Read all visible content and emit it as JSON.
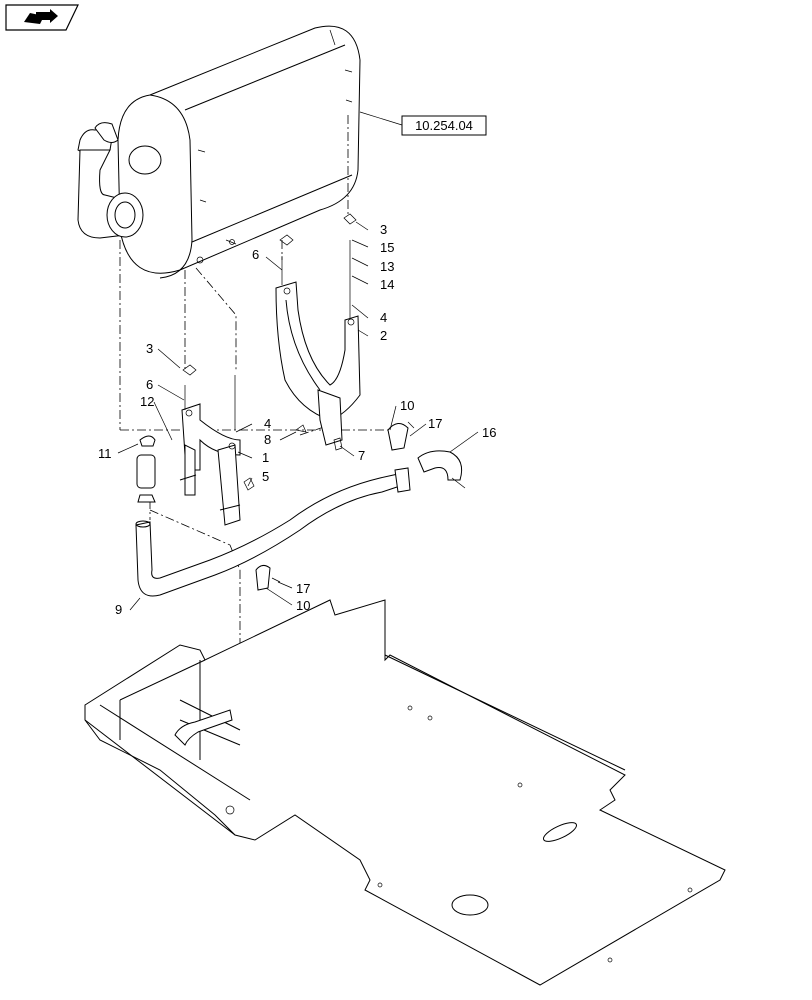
{
  "reference_label": "10.254.04",
  "callouts": [
    {
      "id": "c3a",
      "text": "3"
    },
    {
      "id": "c15",
      "text": "15"
    },
    {
      "id": "c13",
      "text": "13"
    },
    {
      "id": "c14",
      "text": "14"
    },
    {
      "id": "c6a",
      "text": "6"
    },
    {
      "id": "c4a",
      "text": "4"
    },
    {
      "id": "c2",
      "text": "2"
    },
    {
      "id": "c3b",
      "text": "3"
    },
    {
      "id": "c6b",
      "text": "6"
    },
    {
      "id": "c12",
      "text": "12"
    },
    {
      "id": "c4b",
      "text": "4"
    },
    {
      "id": "c8",
      "text": "8"
    },
    {
      "id": "c11",
      "text": "11"
    },
    {
      "id": "c1",
      "text": "1"
    },
    {
      "id": "c5",
      "text": "5"
    },
    {
      "id": "c7",
      "text": "7"
    },
    {
      "id": "c10a",
      "text": "10"
    },
    {
      "id": "c17a",
      "text": "17"
    },
    {
      "id": "c16",
      "text": "16"
    },
    {
      "id": "c9",
      "text": "9"
    },
    {
      "id": "c17b",
      "text": "17"
    },
    {
      "id": "c10b",
      "text": "10"
    }
  ]
}
